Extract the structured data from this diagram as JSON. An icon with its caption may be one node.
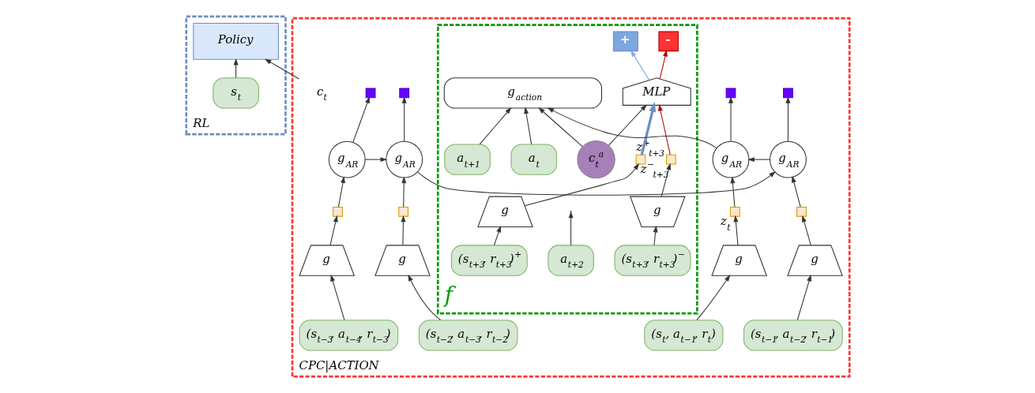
{
  "diagram": {
    "nodes": [
      {
        "text": [
          "CPC|ACTION"
        ]
      },
      {
        "text": [
          "f"
        ],
        "in": 0
      },
      {
        "text": [],
        "shape": "box",
        "in": 0
      },
      {
        "text": [
          "g$_{AR}$"
        ],
        "in": 0
      },
      {
        "text": [],
        "shape": "box",
        "in": 0
      },
      {
        "text": [
          "g"
        ],
        "in": 0
      },
      {
        "text": [
          "(s$_{t−3}$, a$_{t−4}$, r$_{t−3}$)"
        ],
        "in": 0
      },
      {
        "text": [],
        "shape": "box",
        "in": 0
      },
      {
        "text": [
          "g$_{AR}$"
        ],
        "in": 0
      },
      {
        "text": [],
        "shape": "box",
        "in": 0
      },
      {
        "text": [
          "g"
        ],
        "in": 0
      },
      {
        "text": [
          "(s$_{t−2}$, a$_{t−3}$, r$_{t−2}$)"
        ],
        "in": 0
      },
      {
        "text": [],
        "shape": "box",
        "in": 0
      },
      {
        "text": [
          "g$_{AR}$"
        ],
        "in": 0
      },
      {
        "text": [],
        "shape": "box",
        "in": 0
      },
      {
        "text": [
          "g"
        ],
        "in": 0
      },
      {
        "text": [
          "(s$_{t−1}$, a$_{t−2}$, r$_{t−1}$)"
        ],
        "in": 0
      },
      {
        "text": [],
        "shape": "box",
        "in": 0
      },
      {
        "text": [
          "g$_{AR}$"
        ],
        "in": 0
      },
      {
        "text": [],
        "shape": "box",
        "in": 0,
        "beside": [
          "z$_{t}$"
        ]
      },
      {
        "text": [
          "g"
        ],
        "in": 0
      },
      {
        "text": [
          "(s$_{t}$, a$_{t−1}$, r$_{t}$)"
        ],
        "in": 0
      },
      {
        "text": [
          "c$_{t}$"
        ],
        "in": 0
      },
      {
        "text": [
          "+"
        ],
        "in": 1
      },
      {
        "text": [
          "-"
        ],
        "in": 1
      },
      {
        "text": [
          "MLP"
        ],
        "in": 1
      },
      {
        "text": [
          "c$_{t}$$^{a}$"
        ],
        "in": 1
      },
      {
        "text": [
          "g$_{action}$"
        ],
        "in": 1
      },
      {
        "text": [
          "g"
        ],
        "in": 1
      },
      {
        "text": [],
        "shape": "box",
        "in": 1,
        "beside": [
          "z$^{−}$$_{t+3}$"
        ]
      },
      {
        "text": [
          "(s$_{t+3}$, r$_{t+3}$)$^{−}$"
        ],
        "in": 1
      },
      {
        "text": [
          "a$_{t}$"
        ],
        "in": 1
      },
      {
        "text": [
          "a$_{t+1}$"
        ],
        "in": 1
      },
      {
        "text": [
          "a$_{t+2}$"
        ],
        "in": 1
      },
      {
        "text": [],
        "shape": "box",
        "in": 1,
        "beside": [
          "z$^{+}$$_{t+3}$"
        ]
      },
      {
        "text": [
          "g"
        ],
        "in": 1
      },
      {
        "text": [
          "(s$_{t+3}$, r$_{t+3}$)$^{+}$"
        ],
        "in": 1
      },
      {
        "text": [
          "RL"
        ]
      },
      {
        "text": [
          "s$_{t}$"
        ],
        "in": 37
      },
      {
        "text": [
          "Policy"
        ],
        "in": 37
      }
    ],
    "edges": [
      {
        "from": 6,
        "to": 5,
        "arrow": "to"
      },
      {
        "from": 5,
        "to": 4,
        "arrow": "to"
      },
      {
        "from": 4,
        "to": 3,
        "arrow": "to"
      },
      {
        "from": 3,
        "to": 2,
        "arrow": "to"
      },
      {
        "from": 11,
        "to": 10,
        "arrow": "to"
      },
      {
        "from": 10,
        "to": 9,
        "arrow": "to"
      },
      {
        "from": 9,
        "to": 8,
        "arrow": "to"
      },
      {
        "from": 8,
        "to": 7,
        "arrow": "to"
      },
      {
        "from": 16,
        "to": 15,
        "arrow": "to"
      },
      {
        "from": 15,
        "to": 14,
        "arrow": "to"
      },
      {
        "from": 14,
        "to": 13,
        "arrow": "to"
      },
      {
        "from": 13,
        "to": 12,
        "arrow": "to"
      },
      {
        "from": 21,
        "to": 20,
        "arrow": "to"
      },
      {
        "from": 20,
        "to": 19,
        "arrow": "to"
      },
      {
        "from": 19,
        "to": 18,
        "arrow": "to"
      },
      {
        "from": 18,
        "to": 17,
        "arrow": "to"
      },
      {
        "from": 3,
        "to": 8,
        "arrow": "to"
      },
      {
        "from": 8,
        "to": 13,
        "arrow": "to"
      },
      {
        "from": 13,
        "to": 18,
        "arrow": "to"
      },
      {
        "from": 18,
        "to": 27,
        "arrow": "to"
      },
      {
        "from": 22,
        "to": 39,
        "arrow": "to"
      },
      {
        "from": 38,
        "to": 39,
        "arrow": "to"
      },
      {
        "from": 26,
        "to": 25,
        "arrow": "to"
      },
      {
        "from": 26,
        "to": 27,
        "arrow": "to"
      },
      {
        "from": 31,
        "to": 27,
        "arrow": "to"
      },
      {
        "from": 32,
        "to": 27,
        "arrow": "to"
      },
      {
        "from": 33,
        "to": null,
        "arrow": "to"
      },
      {
        "from": 36,
        "to": 35,
        "arrow": "to"
      },
      {
        "from": 35,
        "to": 34,
        "arrow": "to"
      },
      {
        "from": 34,
        "to": 25,
        "arrow": "to",
        "style": "thick",
        "color": "#6c8ebf"
      },
      {
        "from": 30,
        "to": 28,
        "arrow": "to"
      },
      {
        "from": 28,
        "to": 29,
        "arrow": "to"
      },
      {
        "from": 29,
        "to": 25,
        "arrow": "to",
        "color": "#b20000"
      },
      {
        "from": 25,
        "to": 23,
        "arrow": "to",
        "color": "#7ea6e0"
      },
      {
        "from": 25,
        "to": 24,
        "arrow": "to",
        "color": "#b20000"
      }
    ]
  }
}
